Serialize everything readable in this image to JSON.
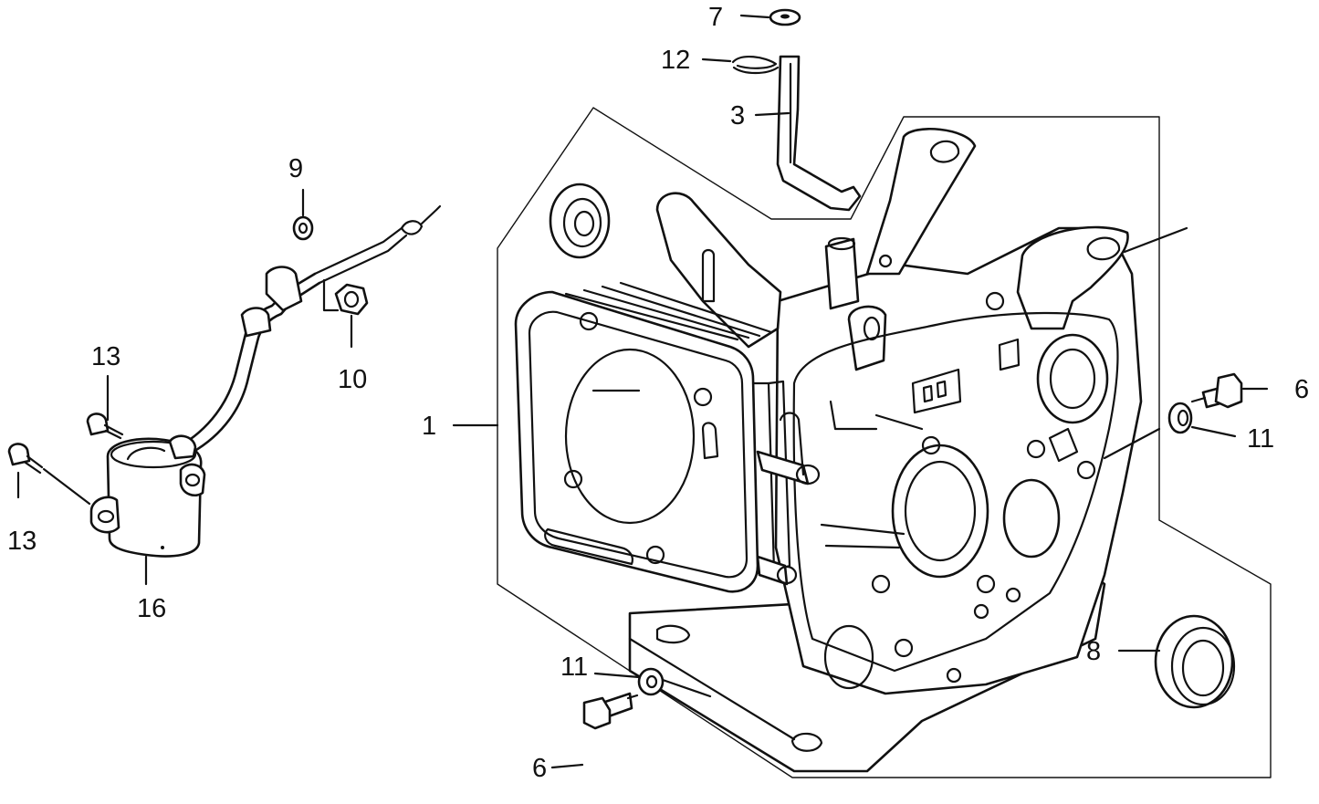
{
  "diagram": {
    "callouts": {
      "p1": "1",
      "p3": "3",
      "p6a": "6",
      "p6b": "6",
      "p7": "7",
      "p8": "8",
      "p9": "9",
      "p10": "10",
      "p11a": "11",
      "p11b": "11",
      "p12": "12",
      "p13a": "13",
      "p13b": "13",
      "p16": "16"
    },
    "colors": {
      "ink": "#111111",
      "paper": "#ffffff"
    }
  }
}
